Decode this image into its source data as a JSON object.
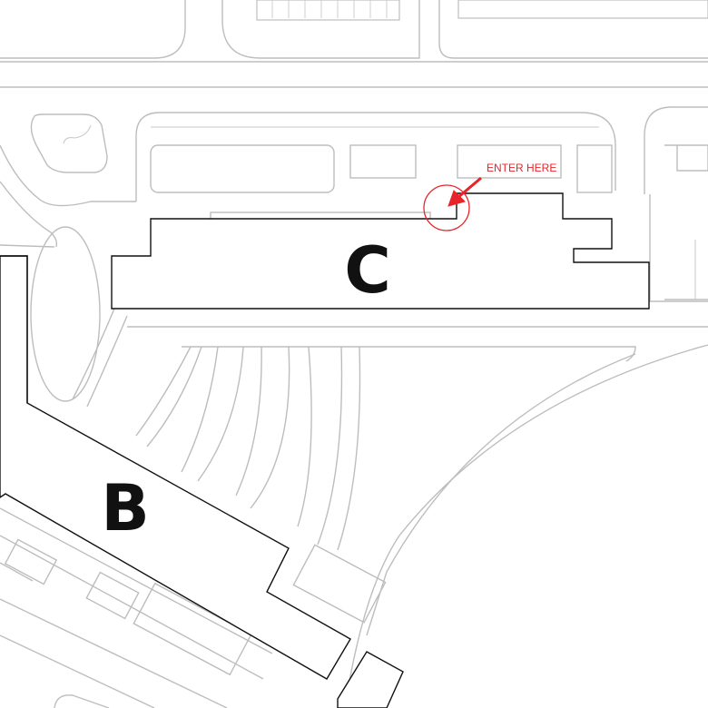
{
  "map": {
    "buildings": [
      {
        "id": "C",
        "label": "C"
      },
      {
        "id": "B",
        "label": "B"
      }
    ],
    "entrance_marker": {
      "text": "ENTER HERE",
      "color": "#e8242a",
      "icon": "entrance-circle-icon"
    },
    "colors": {
      "building_outline": "#111111",
      "roads_and_paths": "#bdbdbd",
      "background": "#ffffff"
    }
  }
}
